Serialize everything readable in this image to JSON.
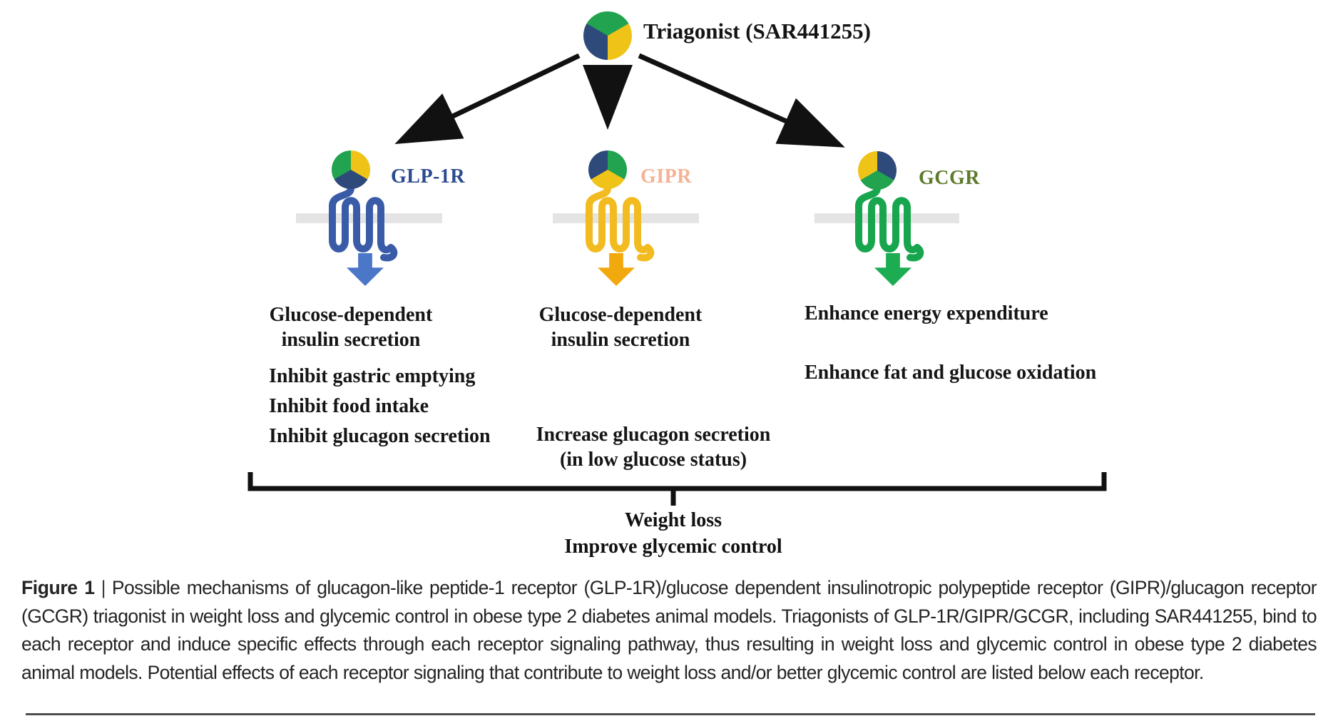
{
  "figure": {
    "title": "Triagonist (SAR441255)",
    "colors": {
      "navy": "#2E4A7A",
      "green": "#21A350",
      "gold": "#F0C319",
      "membrane_gray": "#E4E4E4",
      "arrow_black": "#111111"
    },
    "pies": {
      "triagonist": {
        "from": "-60deg",
        "segments": [
          "#21A350",
          "#F0C319",
          "#2E4A7A"
        ]
      },
      "glp1r": {
        "from": "0deg",
        "segments": [
          "#F0C319",
          "#2E4A7A",
          "#21A350"
        ]
      },
      "gipr": {
        "from": "0deg",
        "segments": [
          "#21A350",
          "#F0C319",
          "#2E4A7A"
        ]
      },
      "gcgr": {
        "from": "0deg",
        "segments": [
          "#2E4A7A",
          "#21A350",
          "#F0C319"
        ]
      }
    },
    "receptors": [
      {
        "label": "GLP-1R",
        "label_color": "#2C4A90",
        "chain_color": "#3A5CA8",
        "arrow_color": "#4C77C9",
        "effects_top": [
          "Glucose-dependent",
          "insulin secretion"
        ],
        "effects_list": [
          "Inhibit gastric emptying",
          "Inhibit food intake",
          "Inhibit glucagon secretion"
        ]
      },
      {
        "label": "GIPR",
        "label_color": "#F5B295",
        "chain_color": "#F2BB20",
        "arrow_color": "#F2A90D",
        "effects_top": [
          "Glucose-dependent",
          "insulin secretion"
        ],
        "effects_bottom": [
          "Increase glucagon secretion",
          "(in low glucose status)"
        ]
      },
      {
        "label": "GCGR",
        "label_color": "#5E7A2B",
        "chain_color": "#17A54E",
        "arrow_color": "#1CAD52",
        "effects_list": [
          "Enhance energy expenditure",
          "Enhance fat and glucose oxidation"
        ]
      }
    ],
    "outcome": [
      "Weight loss",
      "Improve glycemic control"
    ]
  },
  "caption": {
    "label": "Figure 1",
    "separator": "|",
    "body": "Possible mechanisms of glucagon-like peptide-1 receptor (GLP-1R)/glucose dependent insulinotropic polypeptide receptor (GIPR)/glucagon receptor (GCGR) triagonist in weight loss and glycemic control in obese type 2 diabetes animal models. Triagonists of GLP-1R/GIPR/GCGR, including SAR441255, bind to each receptor and induce specific effects through each receptor signaling pathway, thus resulting in weight loss and glycemic control in obese type 2 diabetes animal models. Potential effects of each receptor signaling that contribute to weight loss and/or better glycemic control are listed below each receptor."
  }
}
